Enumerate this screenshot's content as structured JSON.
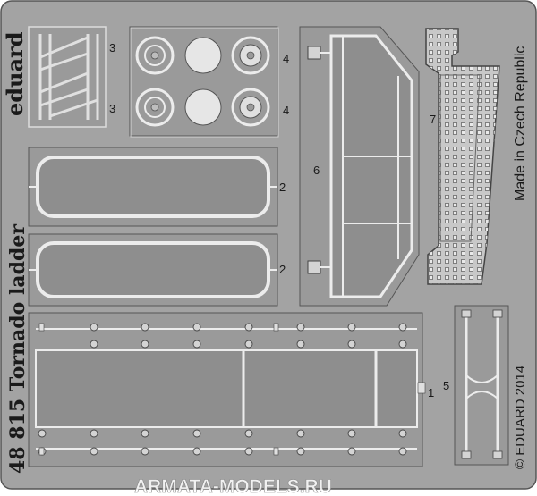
{
  "fret": {
    "brand": "eduard",
    "kit_number": "48 815",
    "kit_title": "Tornado ladder",
    "origin": "Made in Czech Republic",
    "copyright": "© EDUARD 2014",
    "watermark": "ARMATA-MODELS.RU",
    "colors": {
      "fret_surface": "#a3a3a3",
      "etched_line": "#d6d6d6",
      "outline": "#555555",
      "panel": "#8e8e8e",
      "text": "#1a1a1a"
    }
  },
  "part_numbers": {
    "p1": "1",
    "p2_upper": "2",
    "p2_lower": "2",
    "p3_upper": "3",
    "p3_lower": "3",
    "p4_upper": "4",
    "p4_lower": "4",
    "p5": "5",
    "p6": "6",
    "p7": "7"
  }
}
